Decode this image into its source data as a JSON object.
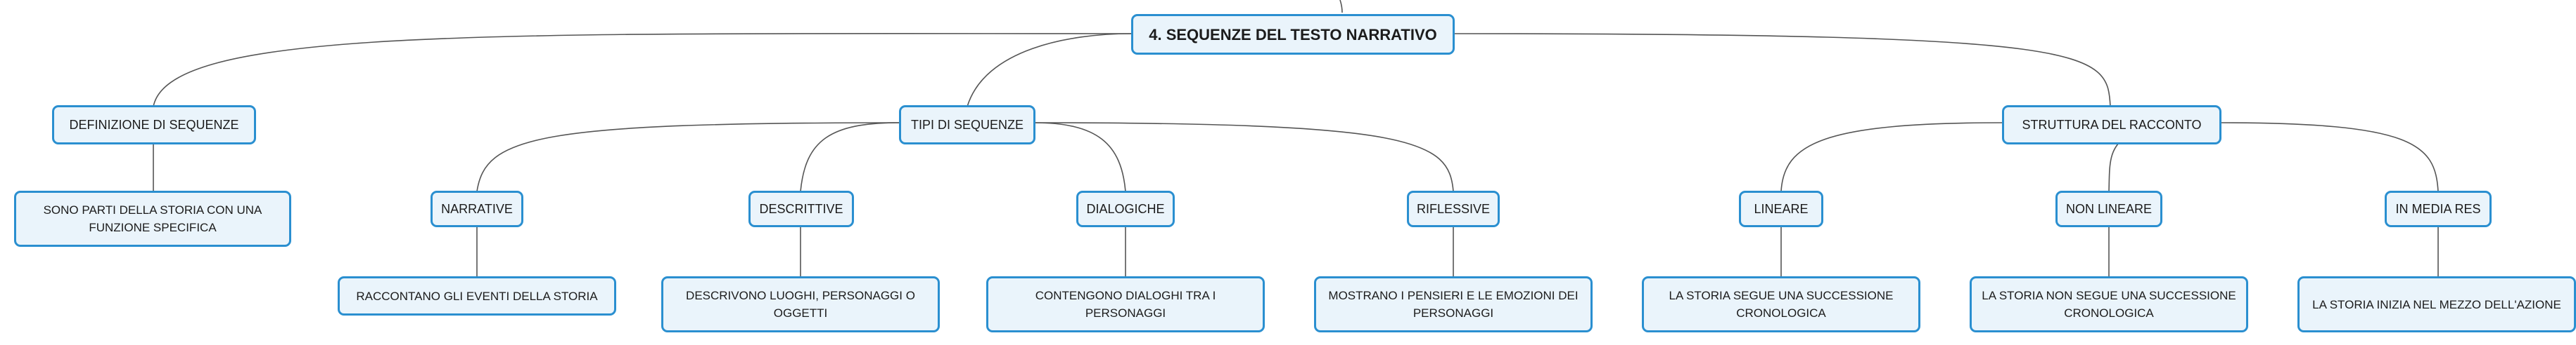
{
  "diagram": {
    "root": {
      "label": "4. SEQUENZE DEL TESTO NARRATIVO"
    },
    "branches": [
      {
        "label": "DEFINIZIONE DI SEQUENZE",
        "children": [
          {
            "label": "SONO PARTI DELLA STORIA CON UNA FUNZIONE SPECIFICA"
          }
        ]
      },
      {
        "label": "TIPI DI SEQUENZE",
        "children": [
          {
            "label": "NARRATIVE",
            "detail": "RACCONTANO GLI EVENTI DELLA STORIA"
          },
          {
            "label": "DESCRITTIVE",
            "detail": "DESCRIVONO LUOGHI, PERSONAGGI O OGGETTI"
          },
          {
            "label": "DIALOGICHE",
            "detail": "CONTENGONO DIALOGHI TRA I PERSONAGGI"
          },
          {
            "label": "RIFLESSIVE",
            "detail": "MOSTRANO I PENSIERI E LE EMOZIONI DEI PERSONAGGI"
          }
        ]
      },
      {
        "label": "STRUTTURA DEL RACCONTO",
        "children": [
          {
            "label": "LINEARE",
            "detail": "LA STORIA SEGUE UNA SUCCESSIONE CRONOLOGICA"
          },
          {
            "label": "NON LINEARE",
            "detail": "LA STORIA NON SEGUE UNA SUCCESSIONE CRONOLOGICA"
          },
          {
            "label": "IN MEDIA RES",
            "detail": "LA STORIA INIZIA NEL MEZZO DELL'AZIONE"
          }
        ]
      }
    ]
  },
  "colors": {
    "node_border": "#2a8fd0",
    "node_fill": "#eaf4fb",
    "connector": "#555555"
  }
}
